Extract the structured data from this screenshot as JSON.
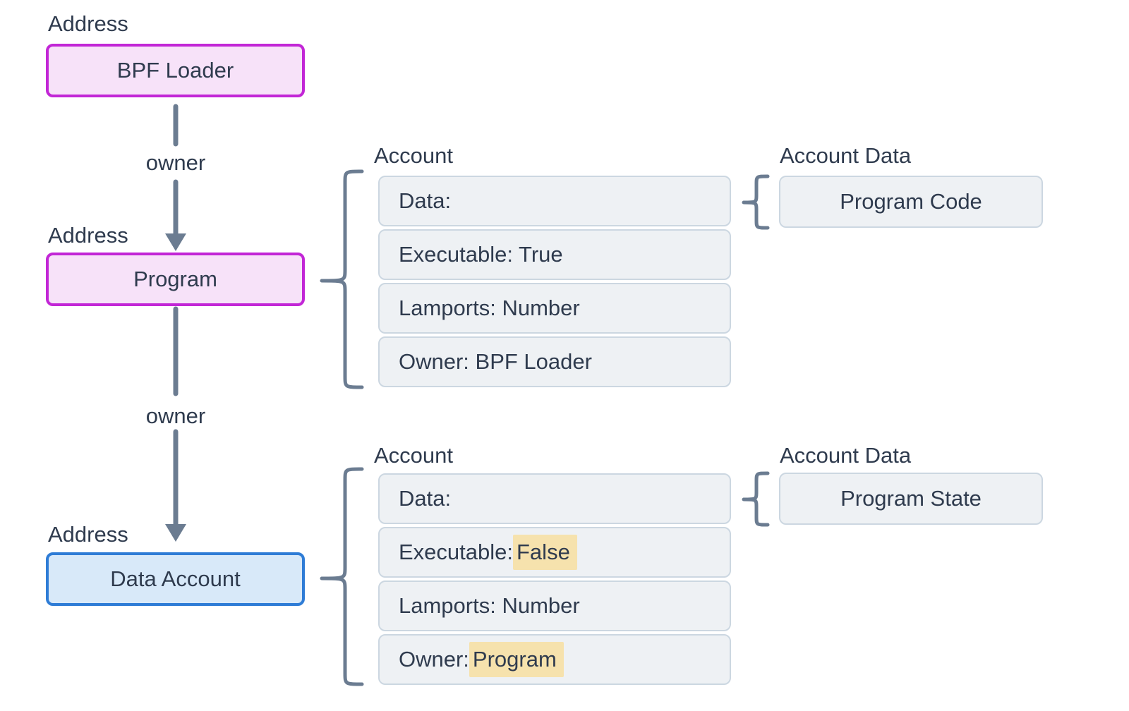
{
  "colors": {
    "bg": "#ffffff",
    "text": "#2f3b4e",
    "line": "#6b7c91",
    "pink_fill": "#f7e2f9",
    "pink_border": "#c226d6",
    "blue_fill": "#d8e9f9",
    "blue_border": "#2e7cd6",
    "gray_fill": "#eef1f4",
    "gray_border": "#ccd7e1",
    "highlight": "#f6e2ad"
  },
  "address_nodes": [
    {
      "label": "Address",
      "name": "BPF Loader",
      "style": "pink"
    },
    {
      "label": "Address",
      "name": "Program",
      "style": "pink"
    },
    {
      "label": "Address",
      "name": "Data Account",
      "style": "blue"
    }
  ],
  "owner_edges": [
    {
      "label": "owner"
    },
    {
      "label": "owner"
    }
  ],
  "account_groups": [
    {
      "title": "Account",
      "rows": [
        {
          "text": "Data:"
        },
        {
          "text": "Executable: True"
        },
        {
          "text": "Lamports: Number"
        },
        {
          "text": "Owner: BPF Loader"
        }
      ]
    },
    {
      "title": "Account",
      "rows": [
        {
          "text": "Data:"
        },
        {
          "prefix": "Executable:",
          "highlight": "False"
        },
        {
          "text": "Lamports: Number"
        },
        {
          "prefix": "Owner:",
          "highlight": "Program"
        }
      ]
    }
  ],
  "account_data_groups": [
    {
      "title": "Account Data",
      "value": "Program Code"
    },
    {
      "title": "Account Data",
      "value": "Program State"
    }
  ]
}
